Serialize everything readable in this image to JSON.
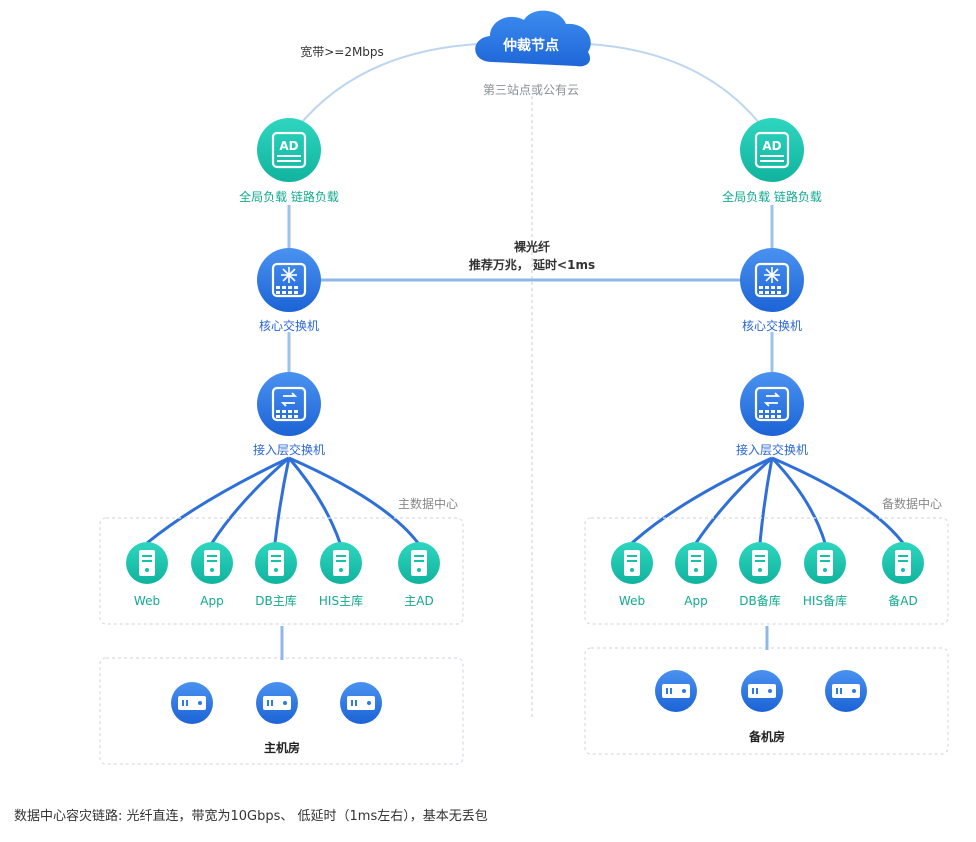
{
  "colors": {
    "teal": "#16c1ab",
    "blue": "#2f7be6",
    "blue_dark": "#1d5fd4",
    "cloud": "#2a78e4",
    "line": "#9cc3ea",
    "dashed": "#cfd6de",
    "text_green": "#12a98f",
    "text_blue": "#2a66d8",
    "text_gray": "#888888"
  },
  "cloud": {
    "title": "仲裁节点",
    "subtitle": "第三站点或公有云"
  },
  "bandwidth_label": "宽带>=2Mbps",
  "fiber": {
    "line1": "裸光纤",
    "line2": "推荐万兆，  延时<1ms"
  },
  "left": {
    "lb": {
      "icon": "AD",
      "label": "全局负载 链路负载"
    },
    "core": {
      "label": "核心交换机"
    },
    "access": {
      "label": "接入层交换机"
    },
    "dc_label": "主数据中心",
    "servers": [
      "Web",
      "App",
      "DB主库",
      "HIS主库",
      "主AD"
    ],
    "room_label": "主机房"
  },
  "right": {
    "lb": {
      "icon": "AD",
      "label": "全局负载 链路负载"
    },
    "core": {
      "label": "核心交换机"
    },
    "access": {
      "label": "接入层交换机"
    },
    "dc_label": "备数据中心",
    "servers": [
      "Web",
      "App",
      "DB备库",
      "HIS备库",
      "备AD"
    ],
    "room_label": "备机房"
  },
  "footer": "数据中心容灾链路: 光纤直连，带宽为10Gbps、 低延时（1ms左右），基本无丢包"
}
